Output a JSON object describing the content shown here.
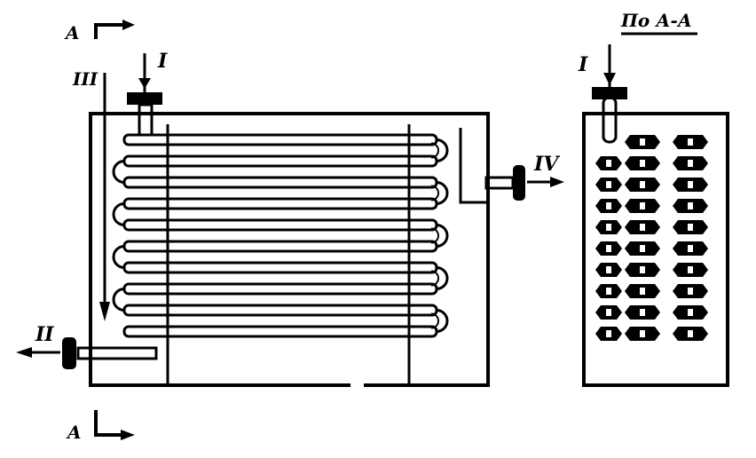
{
  "diagram": {
    "section_marker": "A",
    "section_title": "По А-А",
    "streams": {
      "inlet_main": "I",
      "inlet_section": "I",
      "outlet_bottom": "II",
      "flow_shell": "III",
      "outlet_side": "IV"
    },
    "tube_rows_front": 10,
    "tube_columns_section": 3,
    "tube_rows_section": 10,
    "colors": {
      "ink": "#000000",
      "paper": "#ffffff"
    }
  }
}
